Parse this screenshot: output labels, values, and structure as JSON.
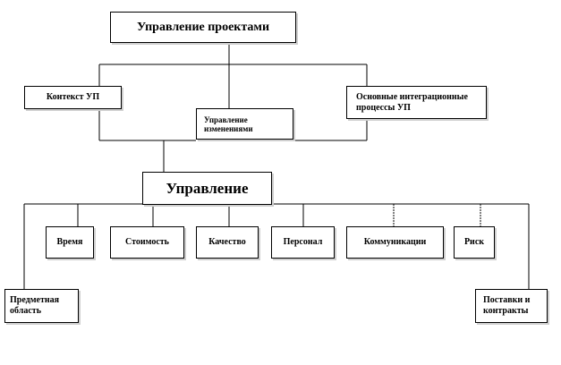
{
  "root": "Управление проектами",
  "level1": {
    "context": "Контекст УП",
    "change": "Управление изменениями",
    "integration": "Основные интеграционные процессы УП"
  },
  "management": "Управление",
  "areas": [
    "Время",
    "Стоимость",
    "Качество",
    "Персонал",
    "Коммуникации",
    "Риск"
  ],
  "side": {
    "scope": "Предметная область",
    "procurement": "Поставки и контракты"
  }
}
